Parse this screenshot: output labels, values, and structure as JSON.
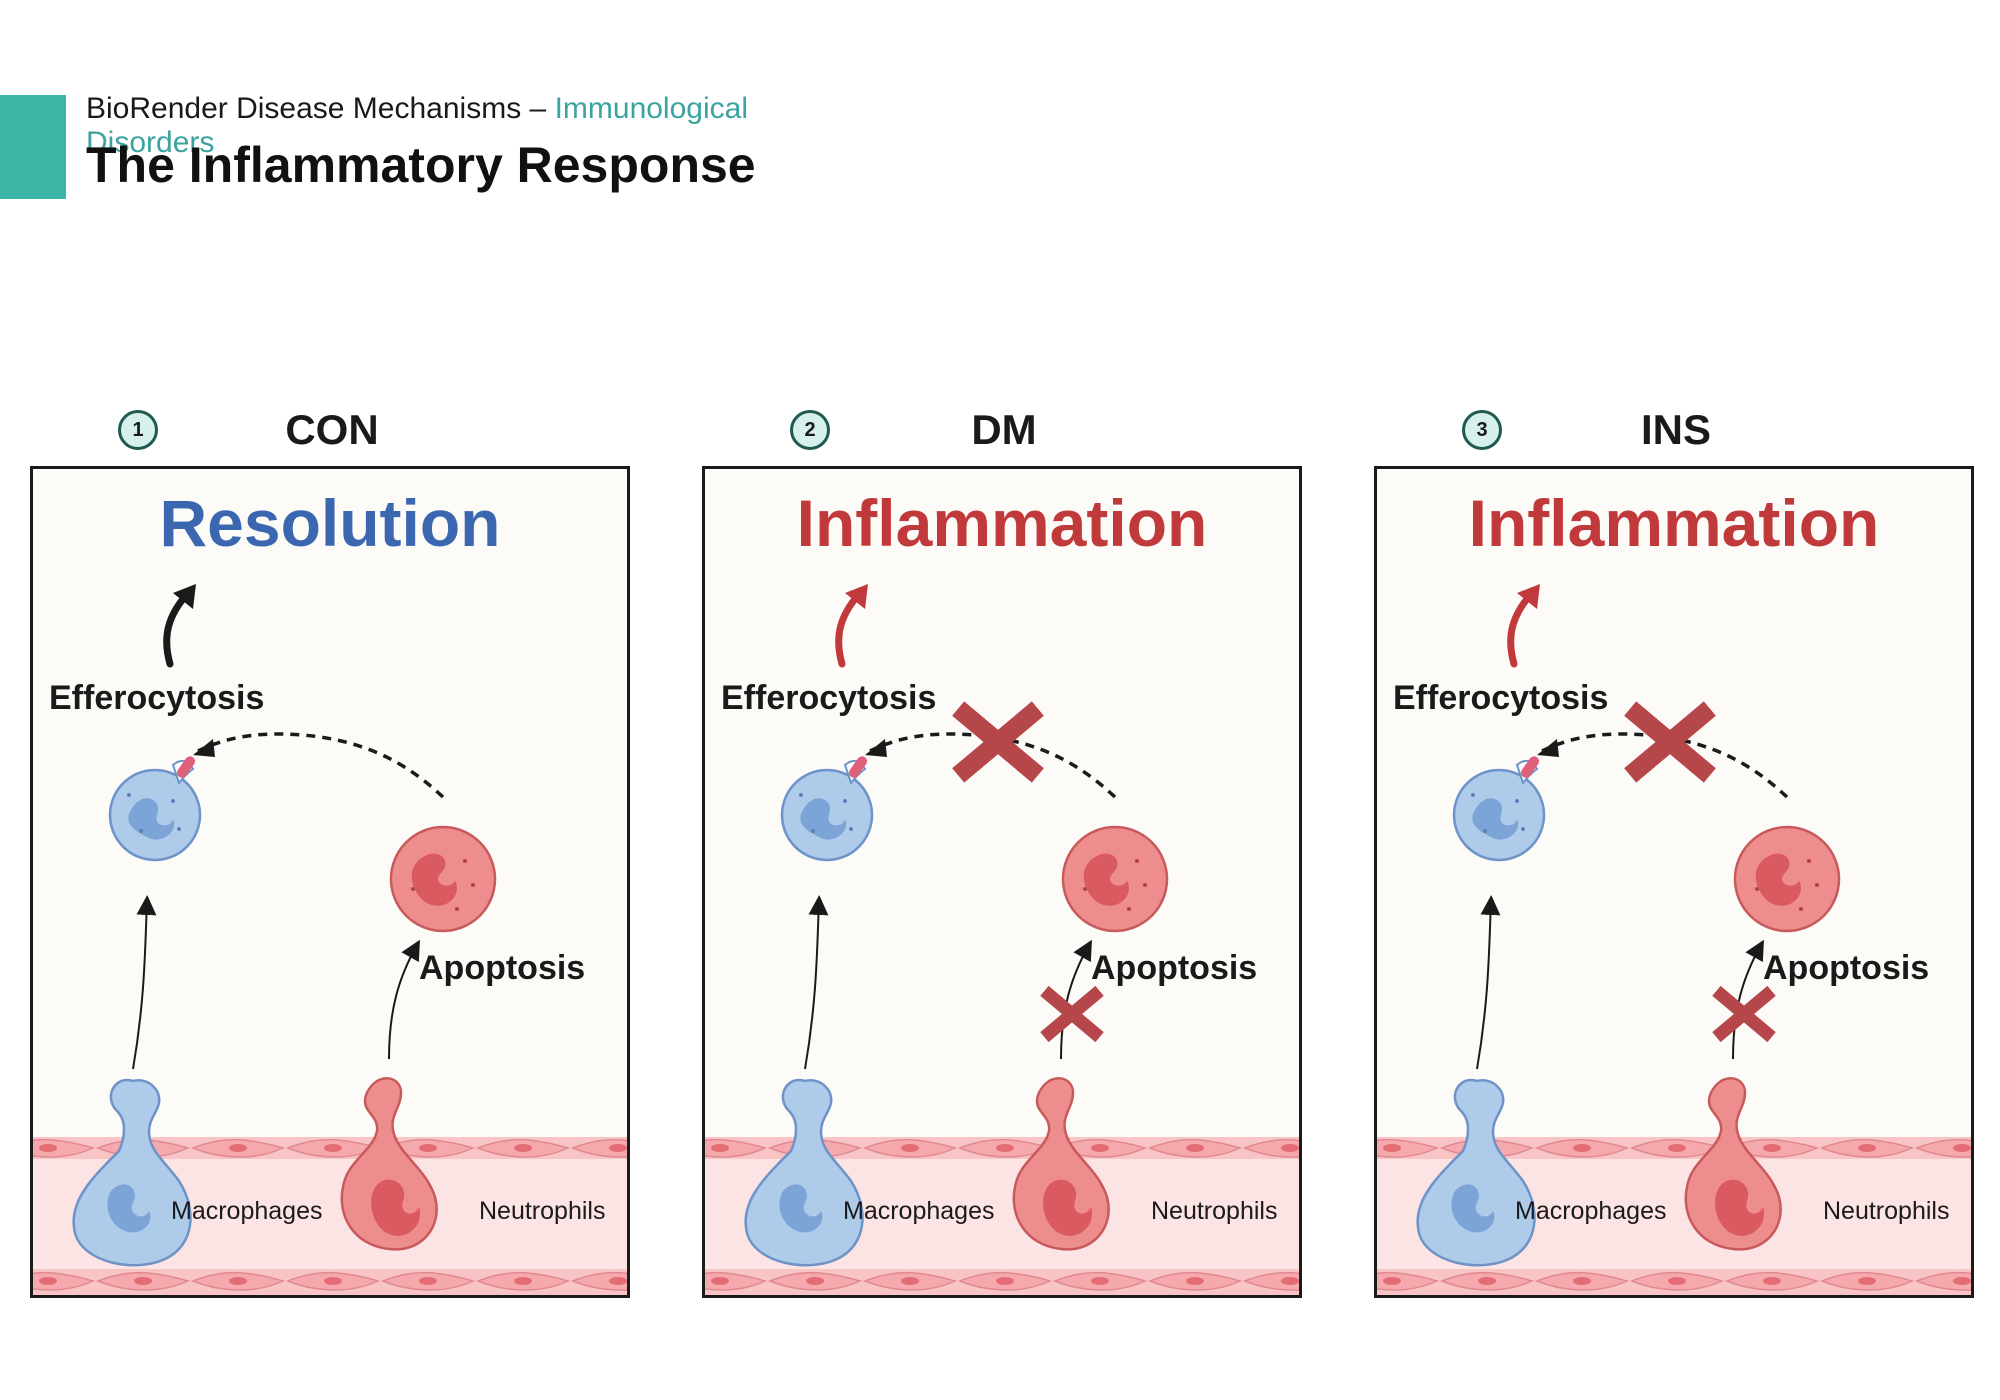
{
  "header": {
    "subtitle_prefix": "BioRender Disease Mechanisms –",
    "subtitle_accent": "Immunological Disorders",
    "title": "The Inflammatory Response"
  },
  "colors": {
    "teal": "#3cb5a6",
    "resolution_blue": "#3b67b0",
    "inflammation_red": "#c0393b",
    "blocked_x": "#b5474a",
    "macrophage_fill": "#aecbea",
    "neutrophil_fill": "#ee8d8d",
    "tissue_fill": "#fde4e4"
  },
  "panels": [
    {
      "number": "1",
      "group": "CON",
      "outcome": "Resolution",
      "outcome_state": "resolution",
      "efferocytosis": "Efferocytosis",
      "apoptosis": "Apoptosis",
      "macrophages": "Macrophages",
      "neutrophils": "Neutrophils",
      "efferocytosis_blocked": false,
      "apoptosis_blocked": false
    },
    {
      "number": "2",
      "group": "DM",
      "outcome": "Inflammation",
      "outcome_state": "inflammation",
      "efferocytosis": "Efferocytosis",
      "apoptosis": "Apoptosis",
      "macrophages": "Macrophages",
      "neutrophils": "Neutrophils",
      "efferocytosis_blocked": true,
      "apoptosis_blocked": true
    },
    {
      "number": "3",
      "group": "INS",
      "outcome": "Inflammation",
      "outcome_state": "inflammation",
      "efferocytosis": "Efferocytosis",
      "apoptosis": "Apoptosis",
      "macrophages": "Macrophages",
      "neutrophils": "Neutrophils",
      "efferocytosis_blocked": true,
      "apoptosis_blocked": true
    }
  ]
}
